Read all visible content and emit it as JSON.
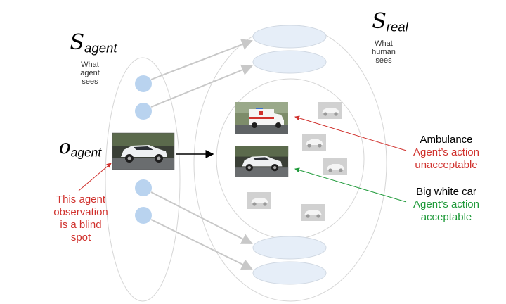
{
  "labels": {
    "s_agent_symbol": "S",
    "s_agent_sub": "agent",
    "s_agent_caption": "What\nagent\nsees",
    "s_real_symbol": "S",
    "s_real_sub": "real",
    "s_real_caption": "What\nhuman\nsees",
    "o_agent_symbol": "o",
    "o_agent_sub": "agent",
    "blind_spot_note": "This agent\nobservation\nis a blind\nspot"
  },
  "annotations": [
    {
      "title": "Ambulance",
      "status": "Agent’s action unacceptable",
      "color": "#d0312d"
    },
    {
      "title": "Big white car",
      "status": "Agent’s action acceptable",
      "color": "#1f9a3a"
    }
  ],
  "colors": {
    "agent_state": "#b9d3ef",
    "real_state": "#e6eef8",
    "arrow_gray": "#c8c8c8",
    "ellipse_outline": "#d6d6d6",
    "unacceptable": "#d0312d",
    "acceptable": "#1f9a3a"
  },
  "icons": {
    "ambulance": "ambulance-image",
    "car": "white-suv-image",
    "faded_car": "gray-car-thumbnail"
  }
}
